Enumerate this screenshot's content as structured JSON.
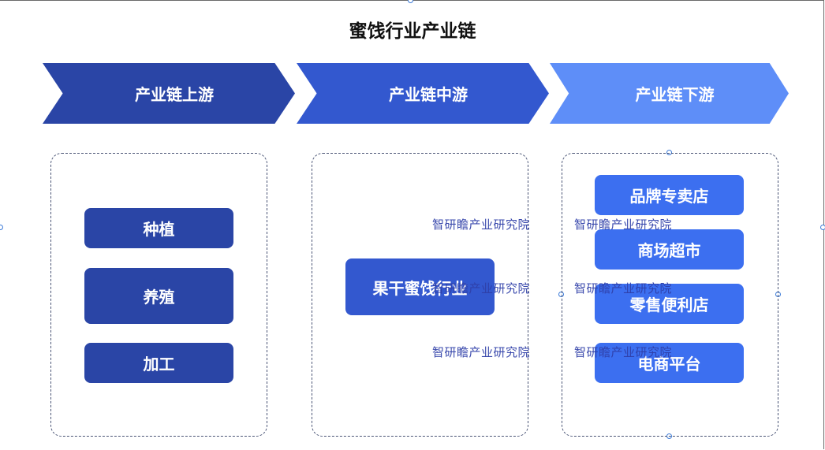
{
  "title": "蜜饯行业产业链",
  "stages": [
    {
      "label": "产业链上游",
      "color": "#2a45a6"
    },
    {
      "label": "产业链中游",
      "color": "#3358cf"
    },
    {
      "label": "产业链下游",
      "color": "#5e8ef8"
    }
  ],
  "upstream": {
    "items": [
      "种植",
      "养殖",
      "加工"
    ]
  },
  "midstream": {
    "items": [
      "果干蜜饯行业"
    ]
  },
  "downstream": {
    "items": [
      "品牌专卖店",
      "商场超市",
      "零售便利店",
      "电商平台"
    ]
  },
  "watermark": "智研瞻产业研究院"
}
